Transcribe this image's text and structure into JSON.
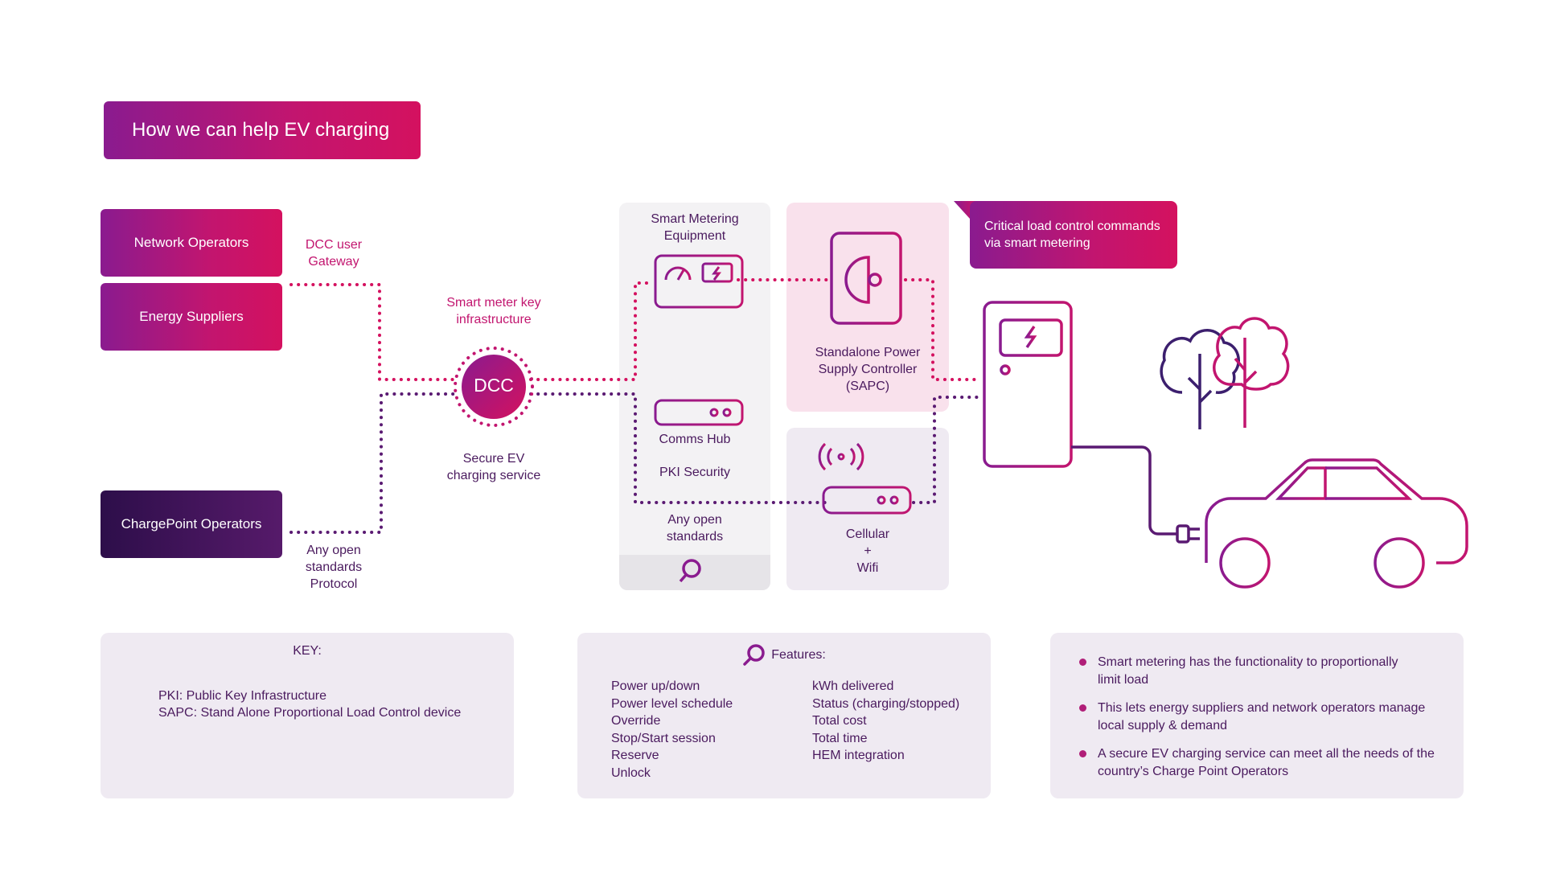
{
  "title": "How we can help EV charging",
  "actors": {
    "network_operators": "Network Operators",
    "energy_suppliers": "Energy Suppliers",
    "chargepoint_operators": "ChargePoint Operators"
  },
  "labels": {
    "dcc_user_gateway": [
      "DCC user",
      "Gateway"
    ],
    "smart_meter_key": [
      "Smart meter key",
      "infrastructure"
    ],
    "dcc": "DCC",
    "secure_ev": [
      "Secure EV",
      "charging service"
    ],
    "any_open_protocol": [
      "Any open",
      "standards",
      "Protocol"
    ],
    "smart_metering_equipment": [
      "Smart Metering",
      "Equipment"
    ],
    "comms_hub": "Comms Hub",
    "pki_security": "PKI Security",
    "any_open_standards": [
      "Any open",
      "standards"
    ],
    "sapc": [
      "Standalone Power",
      "Supply Controller",
      "(SAPC)"
    ],
    "cellular": [
      "Cellular",
      "+",
      "Wifi"
    ]
  },
  "callout": [
    "Critical load control commands",
    "via smart metering"
  ],
  "key": {
    "heading": "KEY:",
    "items": [
      "PKI: Public Key Infrastructure",
      "SAPC: Stand Alone Proportional Load Control device"
    ]
  },
  "features": {
    "heading": "Features:",
    "col1": [
      "Power up/down",
      "Power level schedule",
      "Override",
      "Stop/Start session",
      "Reserve",
      "Unlock"
    ],
    "col2": [
      "kWh delivered",
      "Status (charging/stopped)",
      "Total cost",
      "Total time",
      "HEM integration"
    ]
  },
  "bullets": [
    [
      "Smart metering has the functionality to proportionally",
      "limit load"
    ],
    [
      "This lets energy suppliers and network operators manage",
      "local supply & demand"
    ],
    [
      "A secure EV charging service can meet all the needs of the",
      "country’s Charge Point Operators"
    ]
  ],
  "icons": [
    "magnifier-icon",
    "meter-icon",
    "comms-hub-icon",
    "sapc-icon",
    "router-icon",
    "charger-icon",
    "trees-icon",
    "car-icon",
    "plug-icon"
  ],
  "colors": {
    "magenta": "#c2156f",
    "purple": "#8a1b8f",
    "dark_purple": "#2d0e4a",
    "line_pink": "#d4115f",
    "line_purple": "#5a1a72"
  }
}
